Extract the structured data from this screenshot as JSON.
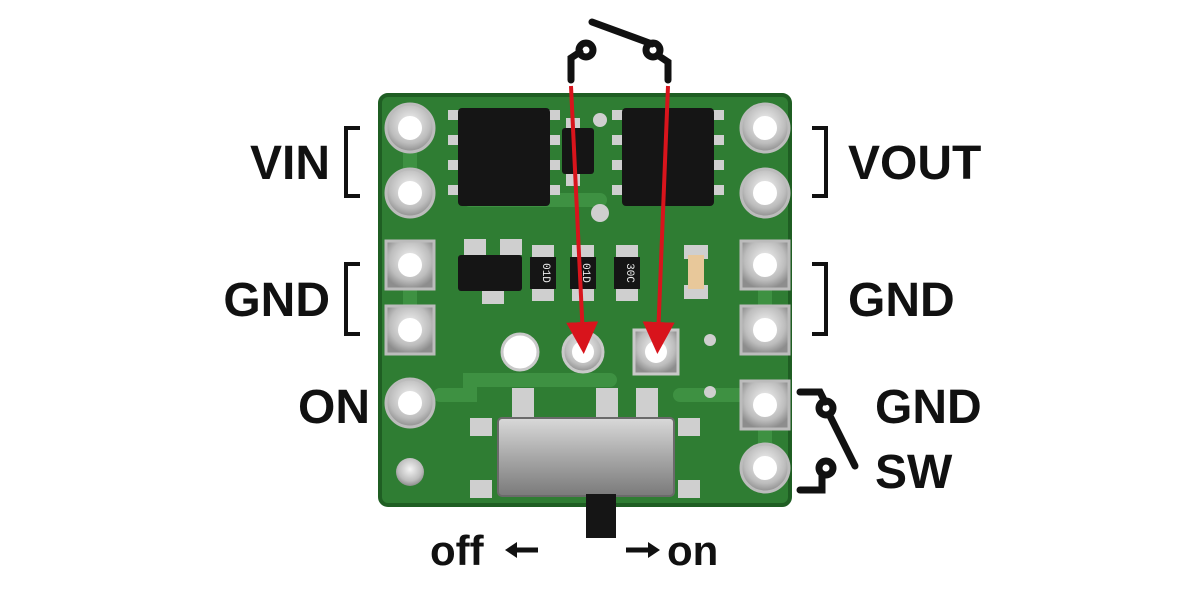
{
  "pins_left": [
    {
      "label": "VIN"
    },
    {
      "label": "GND"
    },
    {
      "label": "ON"
    }
  ],
  "pins_right": [
    {
      "label": "VOUT"
    },
    {
      "label": "GND"
    },
    {
      "label": "GND"
    },
    {
      "label": "SW"
    }
  ],
  "switch_positions": {
    "off": "off",
    "on": "on"
  },
  "component_markings": {
    "resistor_1": "01D",
    "resistor_2": "01D",
    "resistor_3": "30C"
  },
  "colors": {
    "pcb": "#2f7d33",
    "pcb_dark": "#1f5e23",
    "trace": "#3e9142",
    "silkscreen": "#e8e8e8",
    "pad": "#c9c9c9",
    "chip": "#151515",
    "arrow": "#d8141c",
    "bracket": "#111111",
    "led": "#e8c89a"
  }
}
